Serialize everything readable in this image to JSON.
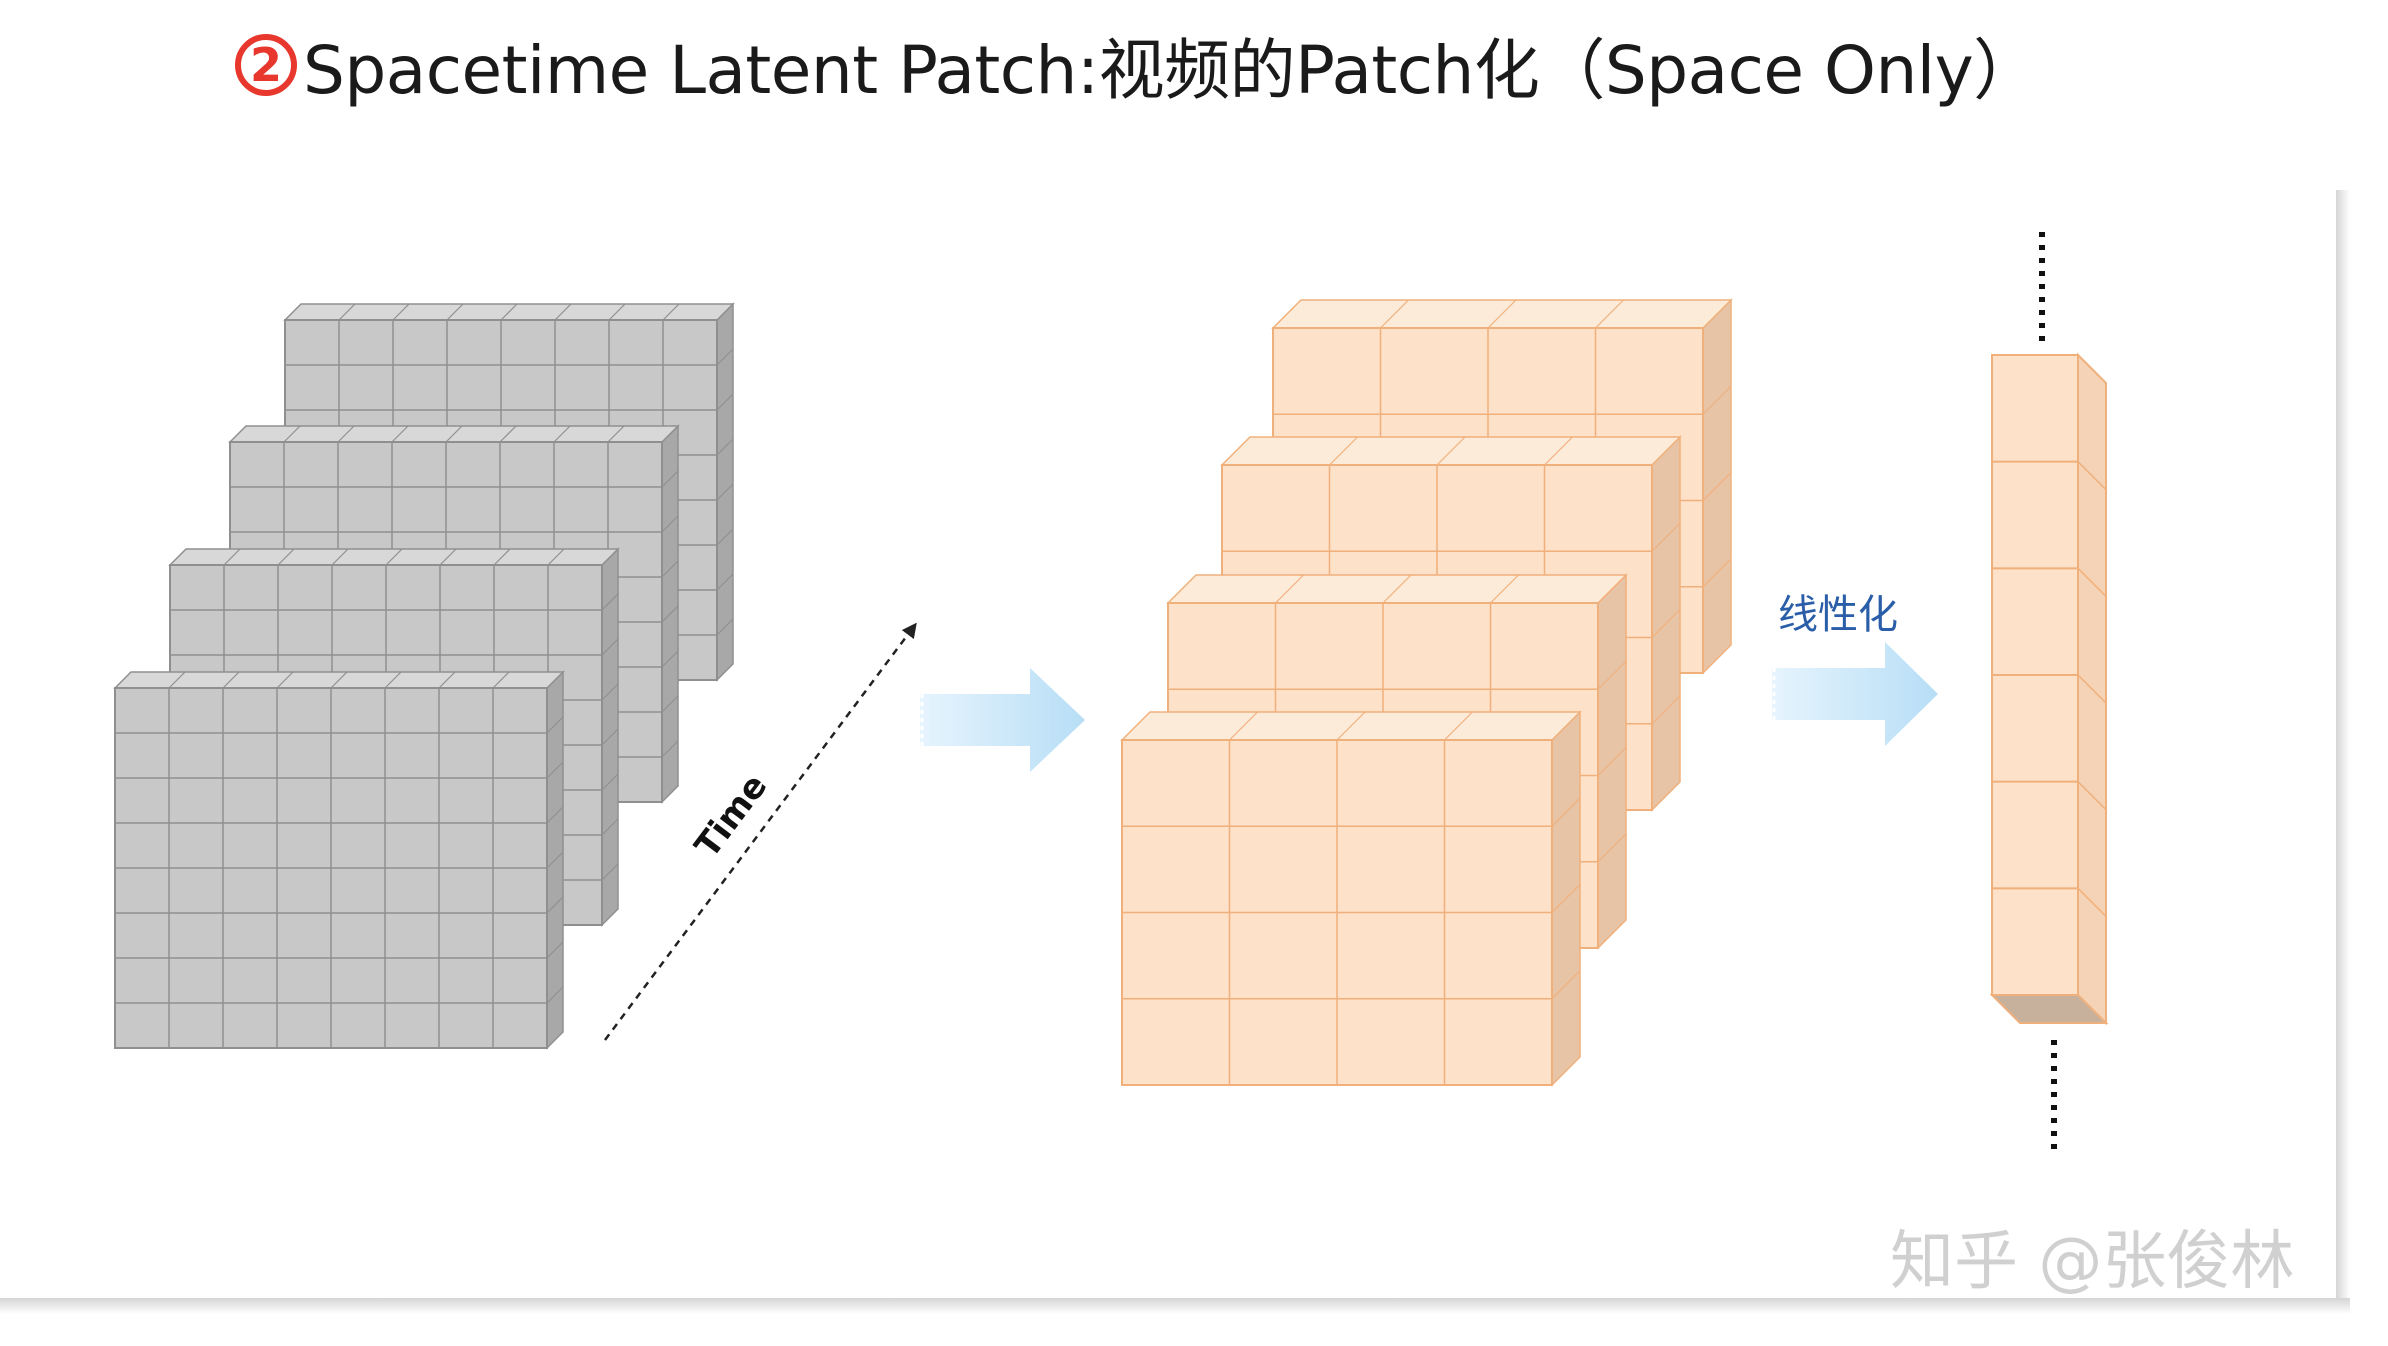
{
  "title": {
    "badge": "2",
    "text": "Spacetime Latent Patch:视频的Patch化（Space Only）"
  },
  "labels": {
    "time_axis": "Time",
    "linearize": "线性化"
  },
  "watermark": "知乎 @张俊林",
  "colors": {
    "accent_red": "#e8372c",
    "grid_gray": "#c6c6c6",
    "patch_orange": "#fde0c6",
    "arrow_blue": "#bfe2f7",
    "label_blue": "#2b5ea8"
  }
}
